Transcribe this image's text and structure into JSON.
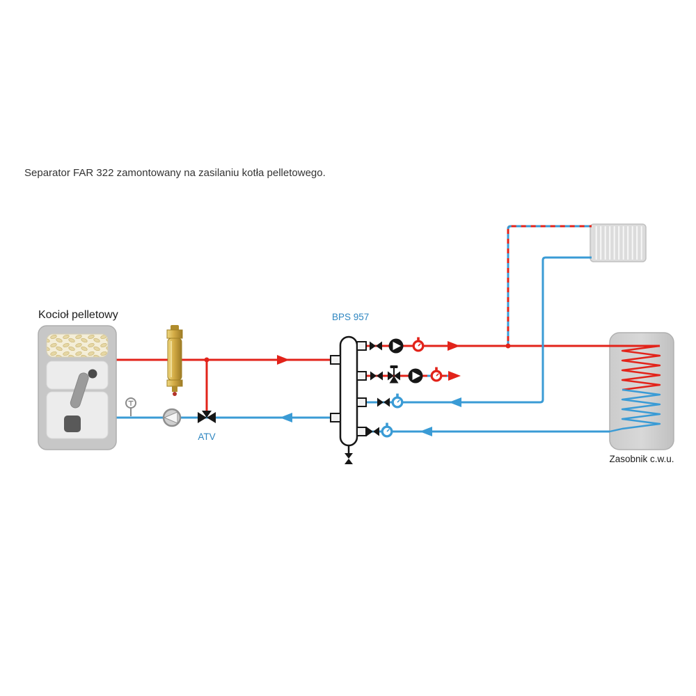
{
  "title": "Separator FAR 322 zamontowany na zasilaniu kotła pelletowego.",
  "labels": {
    "boiler": "Kocioł pelletowy",
    "hydraulic_separator": "BPS 957",
    "anti_condensation_valve": "ATV",
    "dhw_tank": "Zasobnik c.w.u."
  },
  "colors": {
    "supply_red": "#e2231a",
    "return_blue": "#3a9bd5",
    "label_blue": "#2e86c1",
    "text_dark": "#333333",
    "black_component": "#161616",
    "brass": "#d3ab45",
    "boiler_gray": "#c7c7c7"
  },
  "icons": [
    "pellet-boiler-icon",
    "far-322-separator-icon",
    "thermometer-icon",
    "circulation-pump-icon",
    "atv-3way-valve-icon",
    "hydraulic-separator-icon",
    "drain-valve-icon",
    "ball-valve-icon",
    "3way-mixing-valve-icon",
    "pump-icon",
    "supply-gauge-icon",
    "return-gauge-icon",
    "radiator-icon",
    "dhw-tank-coil-icon",
    "flow-arrow-icon"
  ]
}
